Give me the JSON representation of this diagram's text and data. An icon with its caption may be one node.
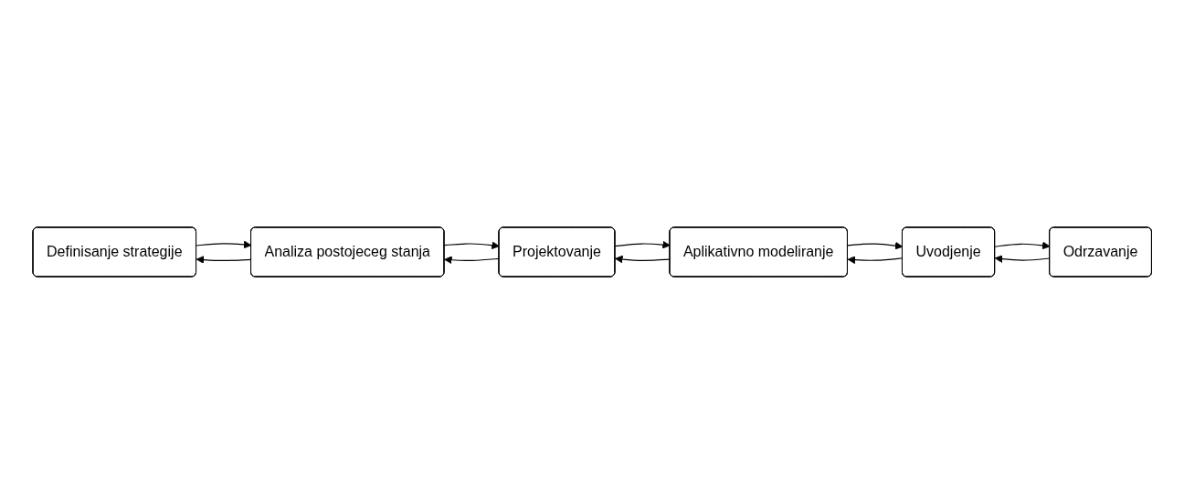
{
  "diagram": {
    "nodes": [
      {
        "text": [
          "Definisanje strategije"
        ]
      },
      {
        "text": [
          "Analiza postojeceg stanja"
        ]
      },
      {
        "text": [
          "Projektovanje"
        ]
      },
      {
        "text": [
          "Aplikativno modeliranje"
        ]
      },
      {
        "text": [
          "Uvodjenje"
        ]
      },
      {
        "text": [
          "Odrzavanje"
        ]
      }
    ],
    "edges": [
      {
        "from": 0,
        "to": 1,
        "arrow": "to"
      },
      {
        "from": 1,
        "to": 0,
        "arrow": "to"
      },
      {
        "from": 1,
        "to": 2,
        "arrow": "to"
      },
      {
        "from": 2,
        "to": 1,
        "arrow": "to"
      },
      {
        "from": 2,
        "to": 3,
        "arrow": "to"
      },
      {
        "from": 3,
        "to": 2,
        "arrow": "to"
      },
      {
        "from": 3,
        "to": 4,
        "arrow": "to"
      },
      {
        "from": 4,
        "to": 3,
        "arrow": "to"
      },
      {
        "from": 4,
        "to": 5,
        "arrow": "to"
      },
      {
        "from": 5,
        "to": 4,
        "arrow": "to"
      }
    ]
  }
}
